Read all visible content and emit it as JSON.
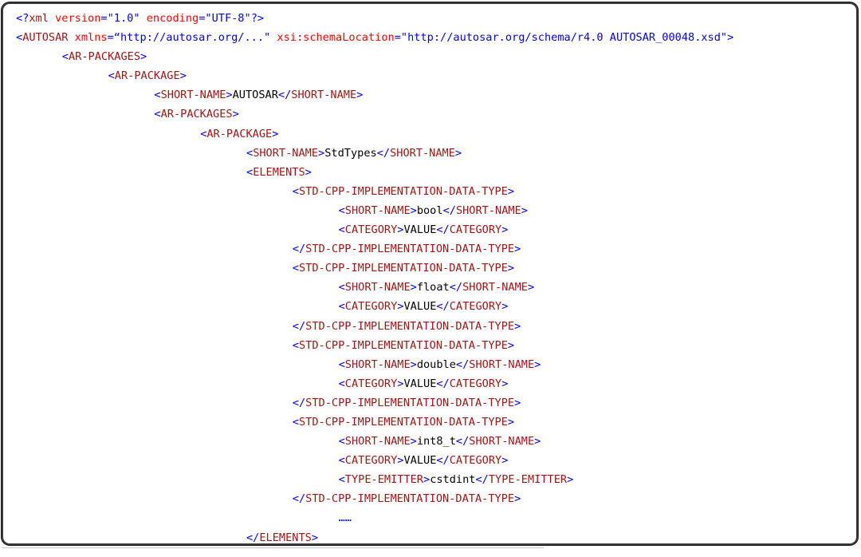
{
  "code_lines": [
    {
      "indent": 0,
      "kind": "pi",
      "open": "<?",
      "name": "xml",
      "attrs": [
        {
          "name": "version",
          "value": "\"1.0\""
        },
        {
          "name": "encoding",
          "value": "\"UTF-8\""
        }
      ],
      "close": "?>"
    },
    {
      "indent": 0,
      "kind": "open-attrs",
      "open": "<",
      "name": "AUTOSAR",
      "attrs": [
        {
          "name": "xmlns",
          "value": "“http://autosar.org/...\""
        },
        {
          "name": "xsi:schemaLocation",
          "value": "\"http://autosar.org/schema/r4.0 AUTOSAR_00048.xsd\""
        }
      ],
      "close": ">"
    },
    {
      "indent": 1,
      "kind": "open",
      "name": "AR-PACKAGES"
    },
    {
      "indent": 2,
      "kind": "open",
      "name": "AR-PACKAGE"
    },
    {
      "indent": 3,
      "kind": "element",
      "name": "SHORT-NAME",
      "text": "AUTOSAR"
    },
    {
      "indent": 3,
      "kind": "open",
      "name": "AR-PACKAGES"
    },
    {
      "indent": 4,
      "kind": "open",
      "name": "AR-PACKAGE"
    },
    {
      "indent": 5,
      "kind": "element",
      "name": "SHORT-NAME",
      "text": "StdTypes"
    },
    {
      "indent": 5,
      "kind": "open",
      "name": "ELEMENTS"
    },
    {
      "indent": 6,
      "kind": "open",
      "name": "STD-CPP-IMPLEMENTATION-DATA-TYPE"
    },
    {
      "indent": 7,
      "kind": "element",
      "name": "SHORT-NAME",
      "text": "bool"
    },
    {
      "indent": 7,
      "kind": "element",
      "name": "CATEGORY",
      "text": "VALUE"
    },
    {
      "indent": 6,
      "kind": "close",
      "name": "STD-CPP-IMPLEMENTATION-DATA-TYPE"
    },
    {
      "indent": 6,
      "kind": "open",
      "name": "STD-CPP-IMPLEMENTATION-DATA-TYPE"
    },
    {
      "indent": 7,
      "kind": "element",
      "name": "SHORT-NAME",
      "text": "float"
    },
    {
      "indent": 7,
      "kind": "element",
      "name": "CATEGORY",
      "text": "VALUE"
    },
    {
      "indent": 6,
      "kind": "close",
      "name": "STD-CPP-IMPLEMENTATION-DATA-TYPE"
    },
    {
      "indent": 6,
      "kind": "open",
      "name": "STD-CPP-IMPLEMENTATION-DATA-TYPE"
    },
    {
      "indent": 7,
      "kind": "element",
      "name": "SHORT-NAME",
      "text": "double"
    },
    {
      "indent": 7,
      "kind": "element",
      "name": "CATEGORY",
      "text": "VALUE"
    },
    {
      "indent": 6,
      "kind": "close",
      "name": "STD-CPP-IMPLEMENTATION-DATA-TYPE"
    },
    {
      "indent": 6,
      "kind": "open",
      "name": "STD-CPP-IMPLEMENTATION-DATA-TYPE"
    },
    {
      "indent": 7,
      "kind": "element",
      "name": "SHORT-NAME",
      "text": "int8_t"
    },
    {
      "indent": 7,
      "kind": "element",
      "name": "CATEGORY",
      "text": "VALUE"
    },
    {
      "indent": 7,
      "kind": "element",
      "name": "TYPE-EMITTER",
      "text": "cstdint"
    },
    {
      "indent": 6,
      "kind": "close",
      "name": "STD-CPP-IMPLEMENTATION-DATA-TYPE"
    },
    {
      "indent": 7,
      "kind": "ellipsis",
      "text": "……"
    },
    {
      "indent": 5,
      "kind": "close",
      "name": "ELEMENTS"
    }
  ],
  "colors": {
    "bracket": "#0000ff",
    "tag": "#a31515",
    "attribute": "#ff0000",
    "value": "#0000ff",
    "text": "#000000"
  }
}
